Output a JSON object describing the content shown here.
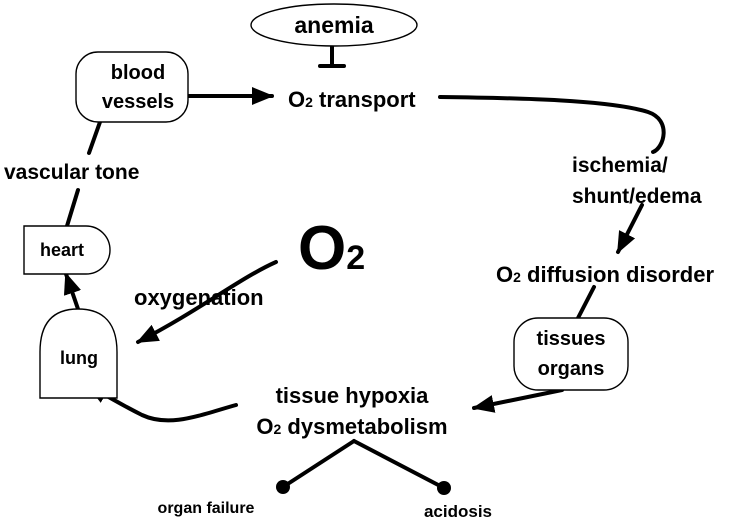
{
  "nodes": {
    "anemia": "anemia",
    "blood_vessels": [
      "blood",
      "vessels"
    ],
    "o2_transport": {
      "o": "O",
      "sub": "2",
      "text": " transport"
    },
    "ischemia": [
      "ischemia/",
      "shunt/edema"
    ],
    "o2_diffusion": {
      "o": "O",
      "sub": "2",
      "text": " diffusion disorder"
    },
    "tissues_organs": [
      "tissues",
      "organs"
    ],
    "tissue_hypoxia": "tissue hypoxia",
    "o2_dysmetabolism": {
      "o": "O",
      "sub": "2",
      "text": " dysmetabolism"
    },
    "organ_failure": "organ failure",
    "acidosis": "acidosis",
    "lung": "lung",
    "heart": "heart",
    "vascular_tone": "vascular tone",
    "oxygenation": "oxygenation",
    "o2_big": {
      "o": "O",
      "sub": "2"
    }
  }
}
